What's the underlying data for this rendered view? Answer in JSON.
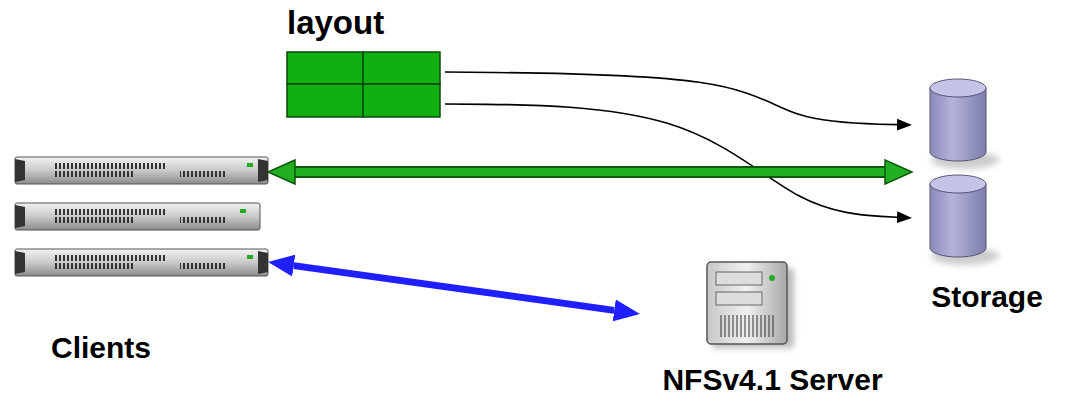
{
  "diagram": {
    "nodes": [
      {
        "text": [
          "layout"
        ]
      },
      {
        "text": [
          "Clients"
        ]
      },
      {
        "text": [
          "Storage"
        ]
      },
      {
        "text": [
          "NFSv4.1 Server"
        ]
      }
    ],
    "edges": [
      {
        "from": 0,
        "to": 2,
        "arrow": "to"
      },
      {
        "from": 0,
        "to": 2,
        "arrow": "to"
      },
      {
        "from": 1,
        "to": 2,
        "arrow": "both"
      },
      {
        "from": 1,
        "to": 3,
        "arrow": "both"
      }
    ]
  }
}
